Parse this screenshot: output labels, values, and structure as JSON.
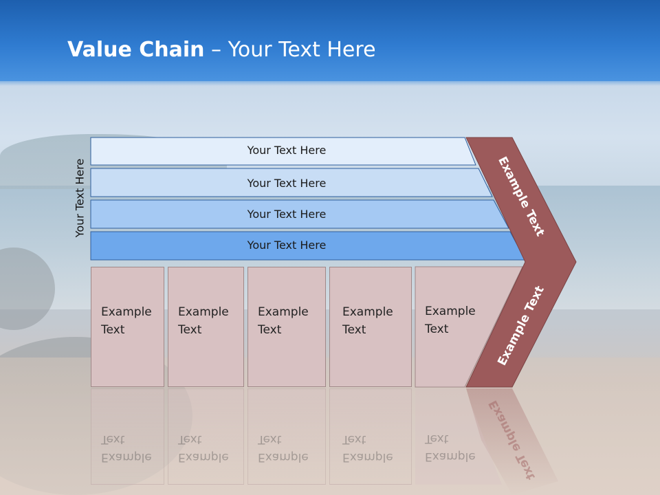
{
  "title": {
    "bold": "Value Chain",
    "rest": " – Your Text Here"
  },
  "side_label": "Your Text Here",
  "bars": [
    {
      "label": "Your Text Here",
      "color": "#e3eefb"
    },
    {
      "label": "Your Text Here",
      "color": "#c8ddf5"
    },
    {
      "label": "Your Text Here",
      "color": "#a5c9f3"
    },
    {
      "label": "Your Text Here",
      "color": "#6ea8ec"
    }
  ],
  "boxes": [
    {
      "line1": "Example",
      "line2": "Text"
    },
    {
      "line1": "Example",
      "line2": "Text"
    },
    {
      "line1": "Example",
      "line2": "Text"
    },
    {
      "line1": "Example",
      "line2": "Text"
    },
    {
      "line1": "Example",
      "line2": "Text"
    }
  ],
  "chevron": {
    "upper": "Example Text",
    "lower": "Example Text",
    "color": "#9c5a5b"
  },
  "colors": {
    "title_bar": "#2f7bd0",
    "box_fill": "#d8c1c2"
  }
}
